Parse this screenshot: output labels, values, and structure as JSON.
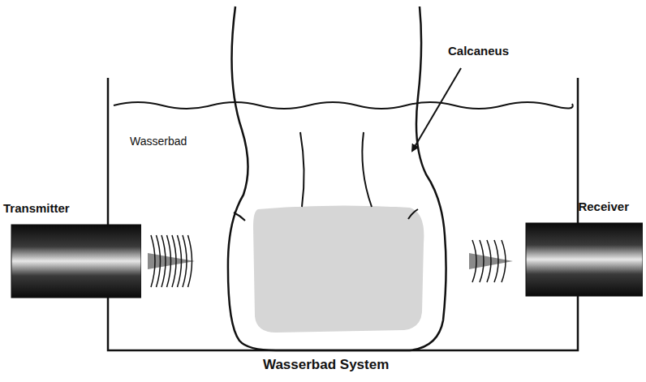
{
  "diagram": {
    "caption": "Wasserbad System",
    "nodes": [
      {
        "text": [
          "Transmitter"
        ]
      },
      {
        "text": [
          "Receiver"
        ]
      }
    ],
    "labels": [
      "Wasserbad",
      "Calcaneus"
    ]
  }
}
